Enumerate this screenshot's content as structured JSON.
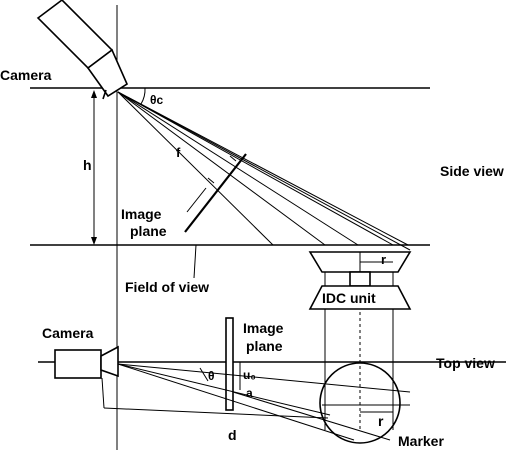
{
  "labels": {
    "camera_side": "Camera",
    "camera_top": "Camera",
    "theta_c": "θc",
    "h": "h",
    "f": "f",
    "side_view": "Side view",
    "top_view": "Top view",
    "image_plane_side": [
      "Image",
      "plane"
    ],
    "image_plane_top": [
      "Image",
      "plane"
    ],
    "field_of_view": "Field of view",
    "idc_unit": "IDC unit",
    "r_side": "r",
    "r_top": "r",
    "theta": "θ",
    "u0": "u₀",
    "a": "a",
    "d": "d",
    "marker": "Marker"
  }
}
